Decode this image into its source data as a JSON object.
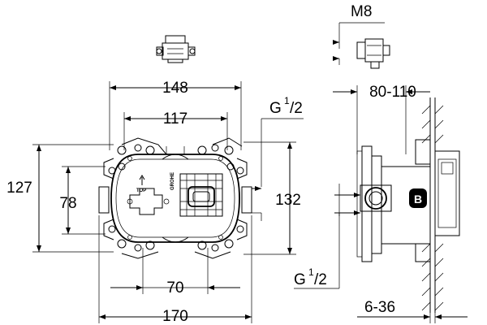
{
  "front_view": {
    "dim_top_outer": "148",
    "dim_top_inner": "117",
    "dim_left_outer": "127",
    "dim_left_inner": "78",
    "dim_right": "132",
    "dim_bottom_inner": "70",
    "dim_bottom_outer": "170",
    "thread_top": {
      "main": "G",
      "sup": "1",
      "sub": "/2"
    },
    "brand_mark": "GROHE",
    "top_mark": "TOP"
  },
  "side_view": {
    "dim_screw": "M8",
    "dim_depth": "80-110",
    "dim_wall": "6-36",
    "thread_bottom": {
      "main": "G",
      "sup": "1",
      "sub": "/2"
    },
    "badge": "B"
  }
}
